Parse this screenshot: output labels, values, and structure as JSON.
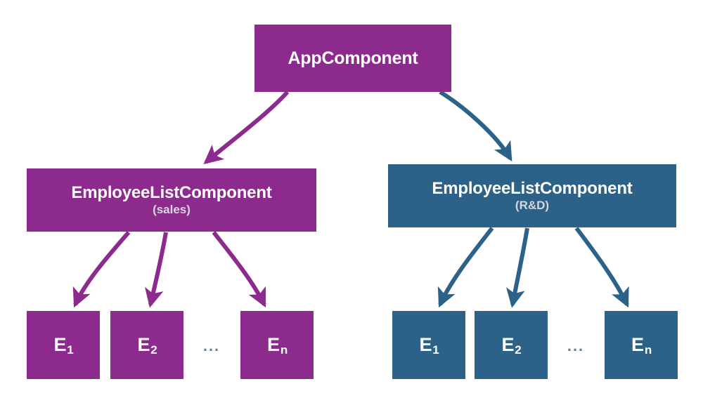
{
  "diagram": {
    "title": "Angular component tree with two EmployeeListComponent branches",
    "colors": {
      "purple": "#8C2A8E",
      "blue": "#2D6288",
      "subtitle": "#D6D7DC",
      "ellipsis": "#5E7EA0",
      "background": "#FFFFFF"
    },
    "root": {
      "id": "app-component",
      "label": "AppComponent",
      "color": "#8C2A8E"
    },
    "branches": [
      {
        "id": "employee-list-sales",
        "label": "EmployeeListComponent",
        "subtitle": "(sales)",
        "color": "#8C2A8E",
        "leaves": [
          {
            "id": "leaf-sales-1",
            "base": "E",
            "sub": "1"
          },
          {
            "id": "leaf-sales-2",
            "base": "E",
            "sub": "2"
          },
          {
            "id": "leaf-sales-n",
            "base": "E",
            "sub": "n"
          }
        ],
        "ellipsis": "..."
      },
      {
        "id": "employee-list-rnd",
        "label": "EmployeeListComponent",
        "subtitle": "(R&D)",
        "color": "#2D6288",
        "leaves": [
          {
            "id": "leaf-rnd-1",
            "base": "E",
            "sub": "1"
          },
          {
            "id": "leaf-rnd-2",
            "base": "E",
            "sub": "2"
          },
          {
            "id": "leaf-rnd-n",
            "base": "E",
            "sub": "n"
          }
        ],
        "ellipsis": "..."
      }
    ],
    "edges": [
      {
        "id": "edge-app-to-sales",
        "from": "app-component",
        "to": "employee-list-sales",
        "color": "#8C2A8E"
      },
      {
        "id": "edge-app-to-rnd",
        "from": "app-component",
        "to": "employee-list-rnd",
        "color": "#2D6288"
      },
      {
        "id": "edge-sales-to-e1",
        "from": "employee-list-sales",
        "to": "leaf-sales-1",
        "color": "#8C2A8E"
      },
      {
        "id": "edge-sales-to-e2",
        "from": "employee-list-sales",
        "to": "leaf-sales-2",
        "color": "#8C2A8E"
      },
      {
        "id": "edge-sales-to-en",
        "from": "employee-list-sales",
        "to": "leaf-sales-n",
        "color": "#8C2A8E"
      },
      {
        "id": "edge-rnd-to-e1",
        "from": "employee-list-rnd",
        "to": "leaf-rnd-1",
        "color": "#2D6288"
      },
      {
        "id": "edge-rnd-to-e2",
        "from": "employee-list-rnd",
        "to": "leaf-rnd-2",
        "color": "#2D6288"
      },
      {
        "id": "edge-rnd-to-en",
        "from": "employee-list-rnd",
        "to": "leaf-rnd-n",
        "color": "#2D6288"
      }
    ]
  }
}
